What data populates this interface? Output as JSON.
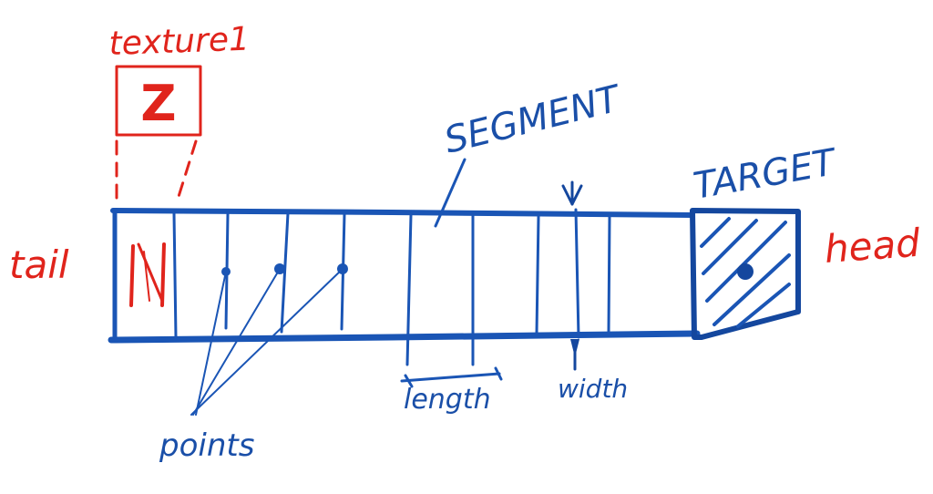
{
  "labels": {
    "texture": "texture1",
    "texture_glyph": "Z",
    "tail": "tail",
    "tail_glyph": "N",
    "head": "head",
    "segment": "SEGMENT",
    "target": "TARGET",
    "points": "points",
    "length": "length",
    "width": "width"
  },
  "colors": {
    "red": "#e0241c",
    "blue": "#1a55b5"
  }
}
